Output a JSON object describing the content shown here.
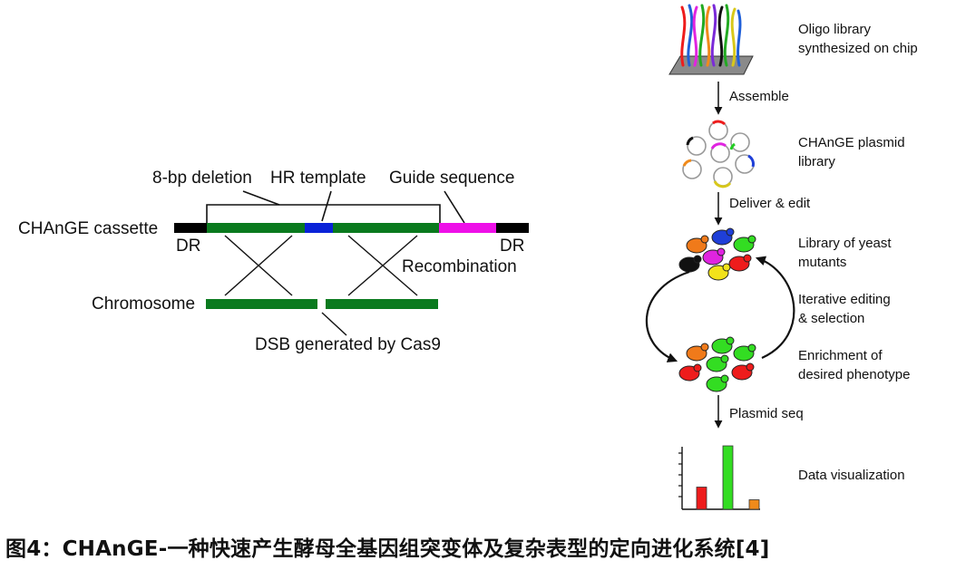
{
  "left": {
    "label_8bp": "8-bp deletion",
    "label_hr": "HR template",
    "label_guide": "Guide sequence",
    "label_cassette": "CHAnGE cassette",
    "label_dr_left": "DR",
    "label_dr_right": "DR",
    "label_recombination": "Recombination",
    "label_chromosome": "Chromosome",
    "label_dsb": "DSB generated by Cas9",
    "colors": {
      "dr": "#000000",
      "homology": "#0a7a1e",
      "deletion": "#0a22d8",
      "guide": "#ee10e8"
    }
  },
  "right": {
    "oligo_line1": "Oligo library",
    "oligo_line2": "synthesized on chip",
    "assemble": "Assemble",
    "plasmid_line1": "CHAnGE plasmid",
    "plasmid_line2": "library",
    "deliver": "Deliver & edit",
    "yeast_line1": "Library of yeast",
    "yeast_line2": "mutants",
    "iter_line1": "Iterative editing",
    "iter_line2": "& selection",
    "enrich_line1": "Enrichment of",
    "enrich_line2": "desired phenotype",
    "plasmid_seq": "Plasmid seq",
    "data_viz": "Data visualization",
    "bar_colors": [
      "#ee1c1c",
      "#33dd22",
      "#f08a1a"
    ],
    "bar_values": [
      0.35,
      1.0,
      0.15
    ]
  },
  "caption": "图4：CHAnGE-一种快速产生酵母全基因组突变体及复杂表型的定向进化系统[4]"
}
